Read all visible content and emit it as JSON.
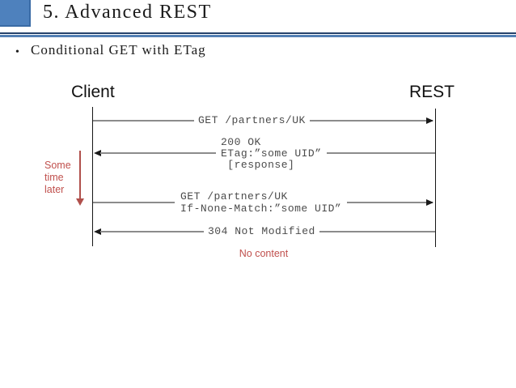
{
  "slide": {
    "title": "5. Advanced REST",
    "bullet_glyph": "•",
    "bullet_text": "Conditional GET with ETag"
  },
  "diagram": {
    "client_label": "Client",
    "server_label": "REST",
    "messages": {
      "m1": {
        "text": "GET /partners/UK",
        "direction": "client-to-server"
      },
      "m2": {
        "text": "200 OK\nETag:”some UID”\n [response]",
        "direction": "server-to-client"
      },
      "m3": {
        "text": "GET /partners/UK\nIf-None-Match:”some UID”",
        "direction": "client-to-server"
      },
      "m4": {
        "text": "304 Not Modified",
        "direction": "server-to-client"
      }
    },
    "annotations": {
      "time_note": "Some\ntime\nlater",
      "no_content_note": "No content"
    },
    "colors": {
      "accent_blue": "#4E81BD",
      "annotation_red": "#C0504D",
      "arrow_gray": "#8C8C8C"
    }
  }
}
